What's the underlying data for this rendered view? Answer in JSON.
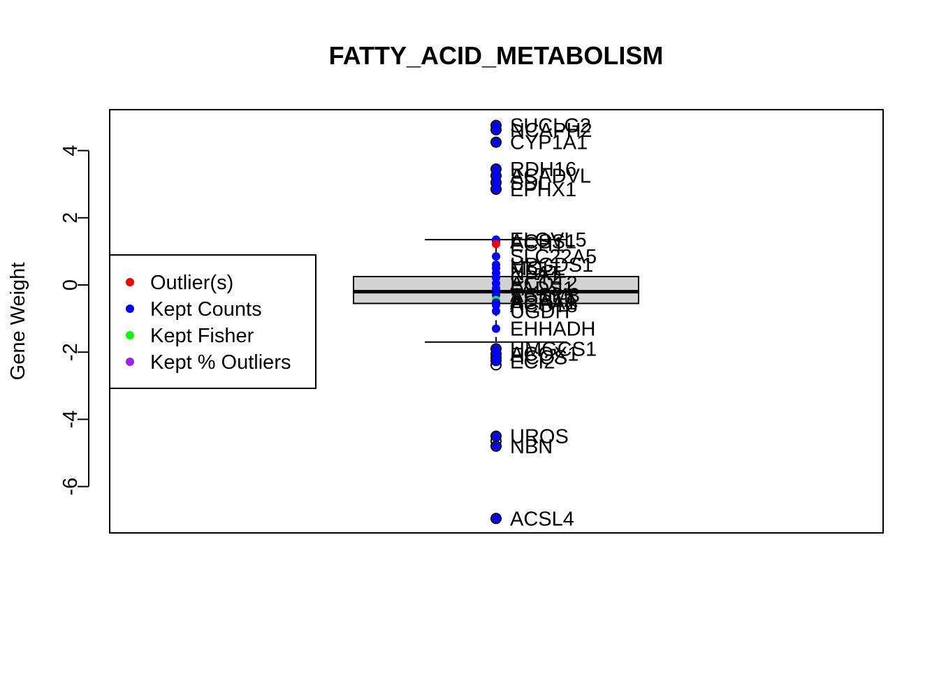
{
  "chart_data": {
    "type": "box",
    "title": "FATTY_ACID_METABOLISM",
    "xlabel": "",
    "ylabel": "Gene Weight",
    "ylim": [
      -7.4,
      5.2
    ],
    "yticks": [
      4,
      2,
      0,
      -2,
      -4,
      -6
    ],
    "ytick_labels": [
      "4",
      "2",
      "0",
      "-2",
      "-4",
      "-6"
    ],
    "grid": false,
    "box": {
      "whisker_low": -1.7,
      "q1": -0.55,
      "median": -0.2,
      "q3": 0.25,
      "whisker_high": 1.35
    },
    "box_outliers": [
      4.75,
      4.62,
      4.25,
      3.45,
      3.25,
      3.05,
      2.85,
      -1.9,
      -2.05,
      -2.15,
      -2.25,
      -2.38,
      -4.5,
      -4.65,
      -4.8,
      -6.95
    ],
    "legend": {
      "position": "left",
      "entries": [
        {
          "label": "Outlier(s)",
          "color": "#ff0000"
        },
        {
          "label": "Kept Counts",
          "color": "#0000ff"
        },
        {
          "label": "Kept Fisher",
          "color": "#00ff00"
        },
        {
          "label": "Kept % Outliers",
          "color": "#a020f0"
        }
      ]
    },
    "points": [
      {
        "y": 4.75,
        "label": "SUCLG2",
        "color": "#0000ff"
      },
      {
        "y": 4.62,
        "label": "NCAPH2",
        "color": "#0000ff"
      },
      {
        "y": 4.25,
        "label": "CYP1A1",
        "color": "#0000ff"
      },
      {
        "y": 3.45,
        "label": "RDH16",
        "color": "#0000ff"
      },
      {
        "y": 3.25,
        "label": "ACADVL",
        "color": "#0000ff"
      },
      {
        "y": 3.05,
        "label": "SDL",
        "color": "#0000ff"
      },
      {
        "y": 2.85,
        "label": "EPHX1",
        "color": "#0000ff"
      },
      {
        "y": 1.35,
        "label": "ELOVL5",
        "color": "#0000ff"
      },
      {
        "y": 1.3,
        "label": "ACSS1",
        "color": "#0000ff"
      },
      {
        "y": 1.22,
        "label": "ECH1",
        "color": "#ff0000"
      },
      {
        "y": 0.85,
        "label": "SLC22A5",
        "color": "#0000ff"
      },
      {
        "y": 0.6,
        "label": "HPGDS1",
        "color": "#0000ff"
      },
      {
        "y": 0.5,
        "label": "MGLL",
        "color": "#0000ff"
      },
      {
        "y": 0.35,
        "label": "NPAT",
        "color": "#0000ff"
      },
      {
        "y": 0.22,
        "label": "CPT2",
        "color": "#0000ff"
      },
      {
        "y": 0.05,
        "label": "ACOT2",
        "color": "#0000ff"
      },
      {
        "y": -0.1,
        "label": "FADS1",
        "color": "#0000ff"
      },
      {
        "y": -0.3,
        "label": "ACSM3",
        "color": "#0000ff"
      },
      {
        "y": -0.45,
        "label": "ADH1A",
        "color": "#00ff00"
      },
      {
        "y": -0.52,
        "label": "ACAA1",
        "color": "#0000ff"
      },
      {
        "y": -0.6,
        "label": "ACOT8",
        "color": "#0000ff"
      },
      {
        "y": -0.78,
        "label": "UGDH",
        "color": "#0000ff"
      },
      {
        "y": -1.3,
        "label": "EHHADH",
        "color": "#0000ff"
      },
      {
        "y": -1.9,
        "label": "HMGCS1",
        "color": "#0000ff"
      },
      {
        "y": -2.05,
        "label": "ACOX1",
        "color": "#0000ff"
      },
      {
        "y": -2.15,
        "label": "HCCS",
        "color": "#0000ff"
      },
      {
        "y": -2.28,
        "label": "ECI2",
        "color": "#0000ff"
      },
      {
        "y": -4.5,
        "label": "UROS",
        "color": "#0000ff"
      },
      {
        "y": -4.8,
        "label": "NBN",
        "color": "#0000ff"
      },
      {
        "y": -6.95,
        "label": "ACSL4",
        "color": "#0000ff"
      }
    ]
  }
}
